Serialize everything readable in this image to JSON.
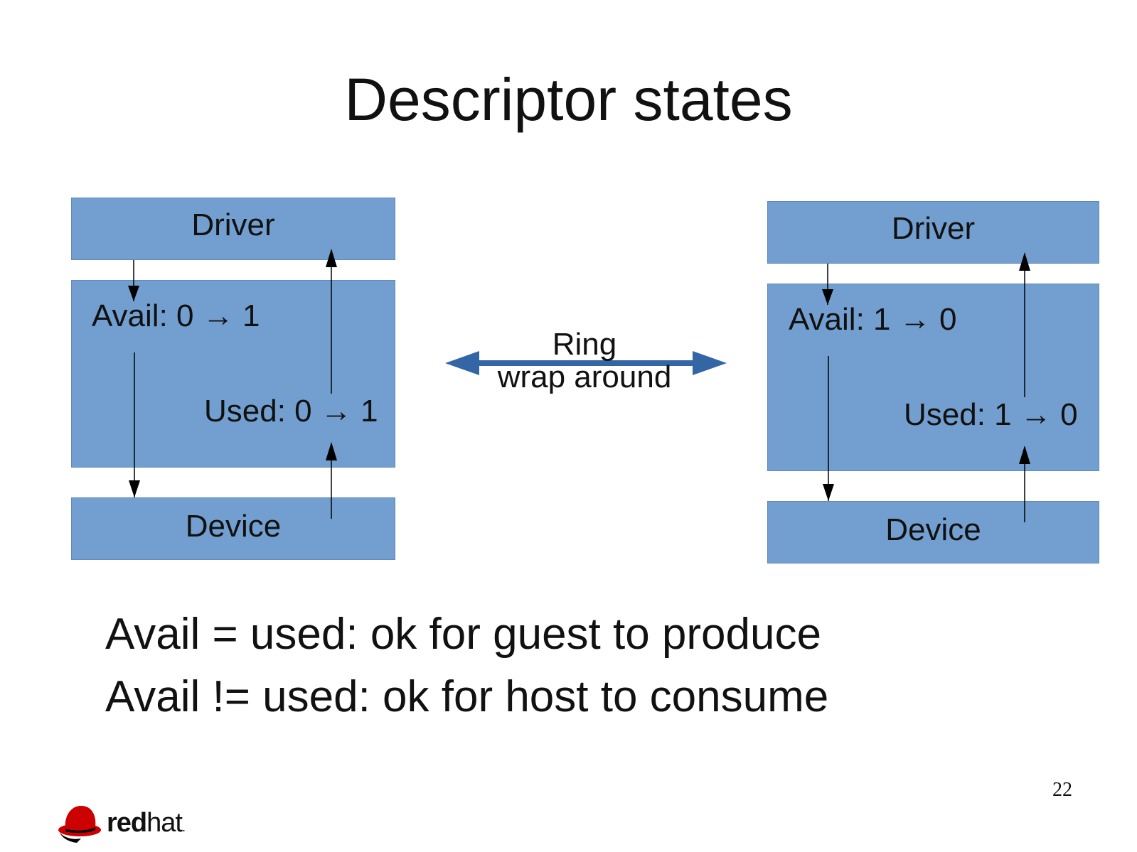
{
  "title": "Descriptor states",
  "left_diagram": {
    "driver_label": "Driver",
    "avail_state": "Avail: 0 → 1",
    "used_state": "Used: 0 → 1",
    "device_label": "Device"
  },
  "right_diagram": {
    "driver_label": "Driver",
    "avail_state": "Avail: 1 → 0",
    "used_state": "Used: 1 → 0",
    "device_label": "Device"
  },
  "ring": {
    "line1": "Ring",
    "line2": "wrap around"
  },
  "rules": [
    "Avail = used: ok for guest to produce",
    "Avail != used: ok for host to consume"
  ],
  "page_number": "22",
  "logo": {
    "text_bold": "red",
    "text_light": "hat",
    "text_mark": "."
  },
  "colors": {
    "box_fill": "#729fcf",
    "ring_arrow": "#3465a4",
    "logo_red": "#cc0000"
  }
}
